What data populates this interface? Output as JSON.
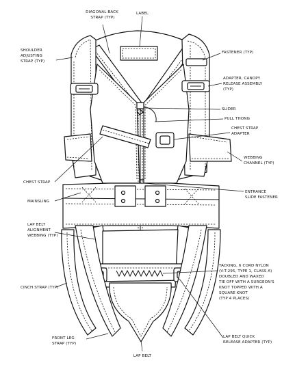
{
  "labels": {
    "diagonal_back_strap": [
      "DIAGONAL BACK",
      "STRAP (TYP)"
    ],
    "label": [
      "LABEL"
    ],
    "shoulder_adjusting_strap": [
      "SHOULDER",
      "ADJUSTING",
      "STRAP (TYP)"
    ],
    "fastener": [
      "FASTENER (TYP)"
    ],
    "adapter_canopy": [
      "ADAPTER, CANOPY",
      "RELEASE ASSEMBLY",
      "(TYP)"
    ],
    "slider": [
      "SLIDER"
    ],
    "pull_thong": [
      "PULL THONG"
    ],
    "chest_strap_adapter": [
      "CHEST STRAP",
      "ADAPTER"
    ],
    "webbing_channel": [
      "WEBBING",
      "CHANNEL (TYP)"
    ],
    "chest_strap": [
      "CHEST STRAP"
    ],
    "entrance_slide_fastener": [
      "ENTRANCE",
      "SLIDE FASTENER"
    ],
    "mainsling": [
      "MAINSLING"
    ],
    "lap_belt_alignment": [
      "LAP BELT",
      "ALIGNMENT",
      "WEBBING (TYP)"
    ],
    "tacking": [
      "TACKING, 6 CORD NYLON",
      "(V-T-295, TYPE 1, CLASS A)",
      "DOUBLED AND WAXED",
      "TIE OFF WITH A SURGEON'S",
      "KNOT TOPPED WITH A",
      "SQUARE KNOT",
      "(TYP 4 PLACES)"
    ],
    "cinch_strap": [
      "CINCH STRAP (TYP)"
    ],
    "front_leg_strap": [
      "FRONT LEG",
      "STRAP (TYP)"
    ],
    "lap_belt_quick_release": [
      "LAP BELT QUICK",
      "RELEASE ADAPTER (TYP)"
    ],
    "lap_belt": [
      "LAP BELT"
    ]
  }
}
